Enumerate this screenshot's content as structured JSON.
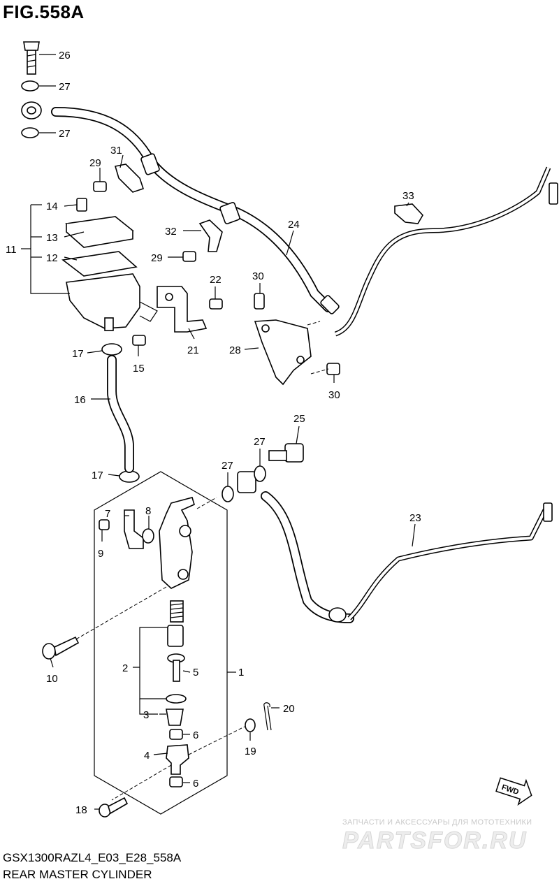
{
  "figure": {
    "title": "FIG.558A"
  },
  "callouts": {
    "c1": "1",
    "c2": "2",
    "c3": "3",
    "c4": "4",
    "c5": "5",
    "c6a": "6",
    "c6b": "6",
    "c7": "7",
    "c8": "8",
    "c9": "9",
    "c10": "10",
    "c11": "11",
    "c12": "12",
    "c13": "13",
    "c14": "14",
    "c15": "15",
    "c16": "16",
    "c17a": "17",
    "c17b": "17",
    "c18": "18",
    "c19": "19",
    "c20": "20",
    "c21": "21",
    "c22": "22",
    "c23": "23",
    "c24": "24",
    "c25": "25",
    "c26": "26",
    "c27a": "27",
    "c27b": "27",
    "c27c": "27",
    "c27d": "27",
    "c28": "28",
    "c29a": "29",
    "c29b": "29",
    "c30a": "30",
    "c30b": "30",
    "c31": "31",
    "c32": "32",
    "c33": "33"
  },
  "fwd_label": "FWD",
  "watermark": {
    "tagline": "ЗАПЧАСТИ И АКСЕССУАРЫ ДЛЯ МОТОТЕХНИКИ",
    "logo": "PARTSFOR.RU"
  },
  "footer": {
    "code": "GSX1300RAZL4_E03_E28_558A",
    "name": "REAR MASTER CYLINDER"
  }
}
